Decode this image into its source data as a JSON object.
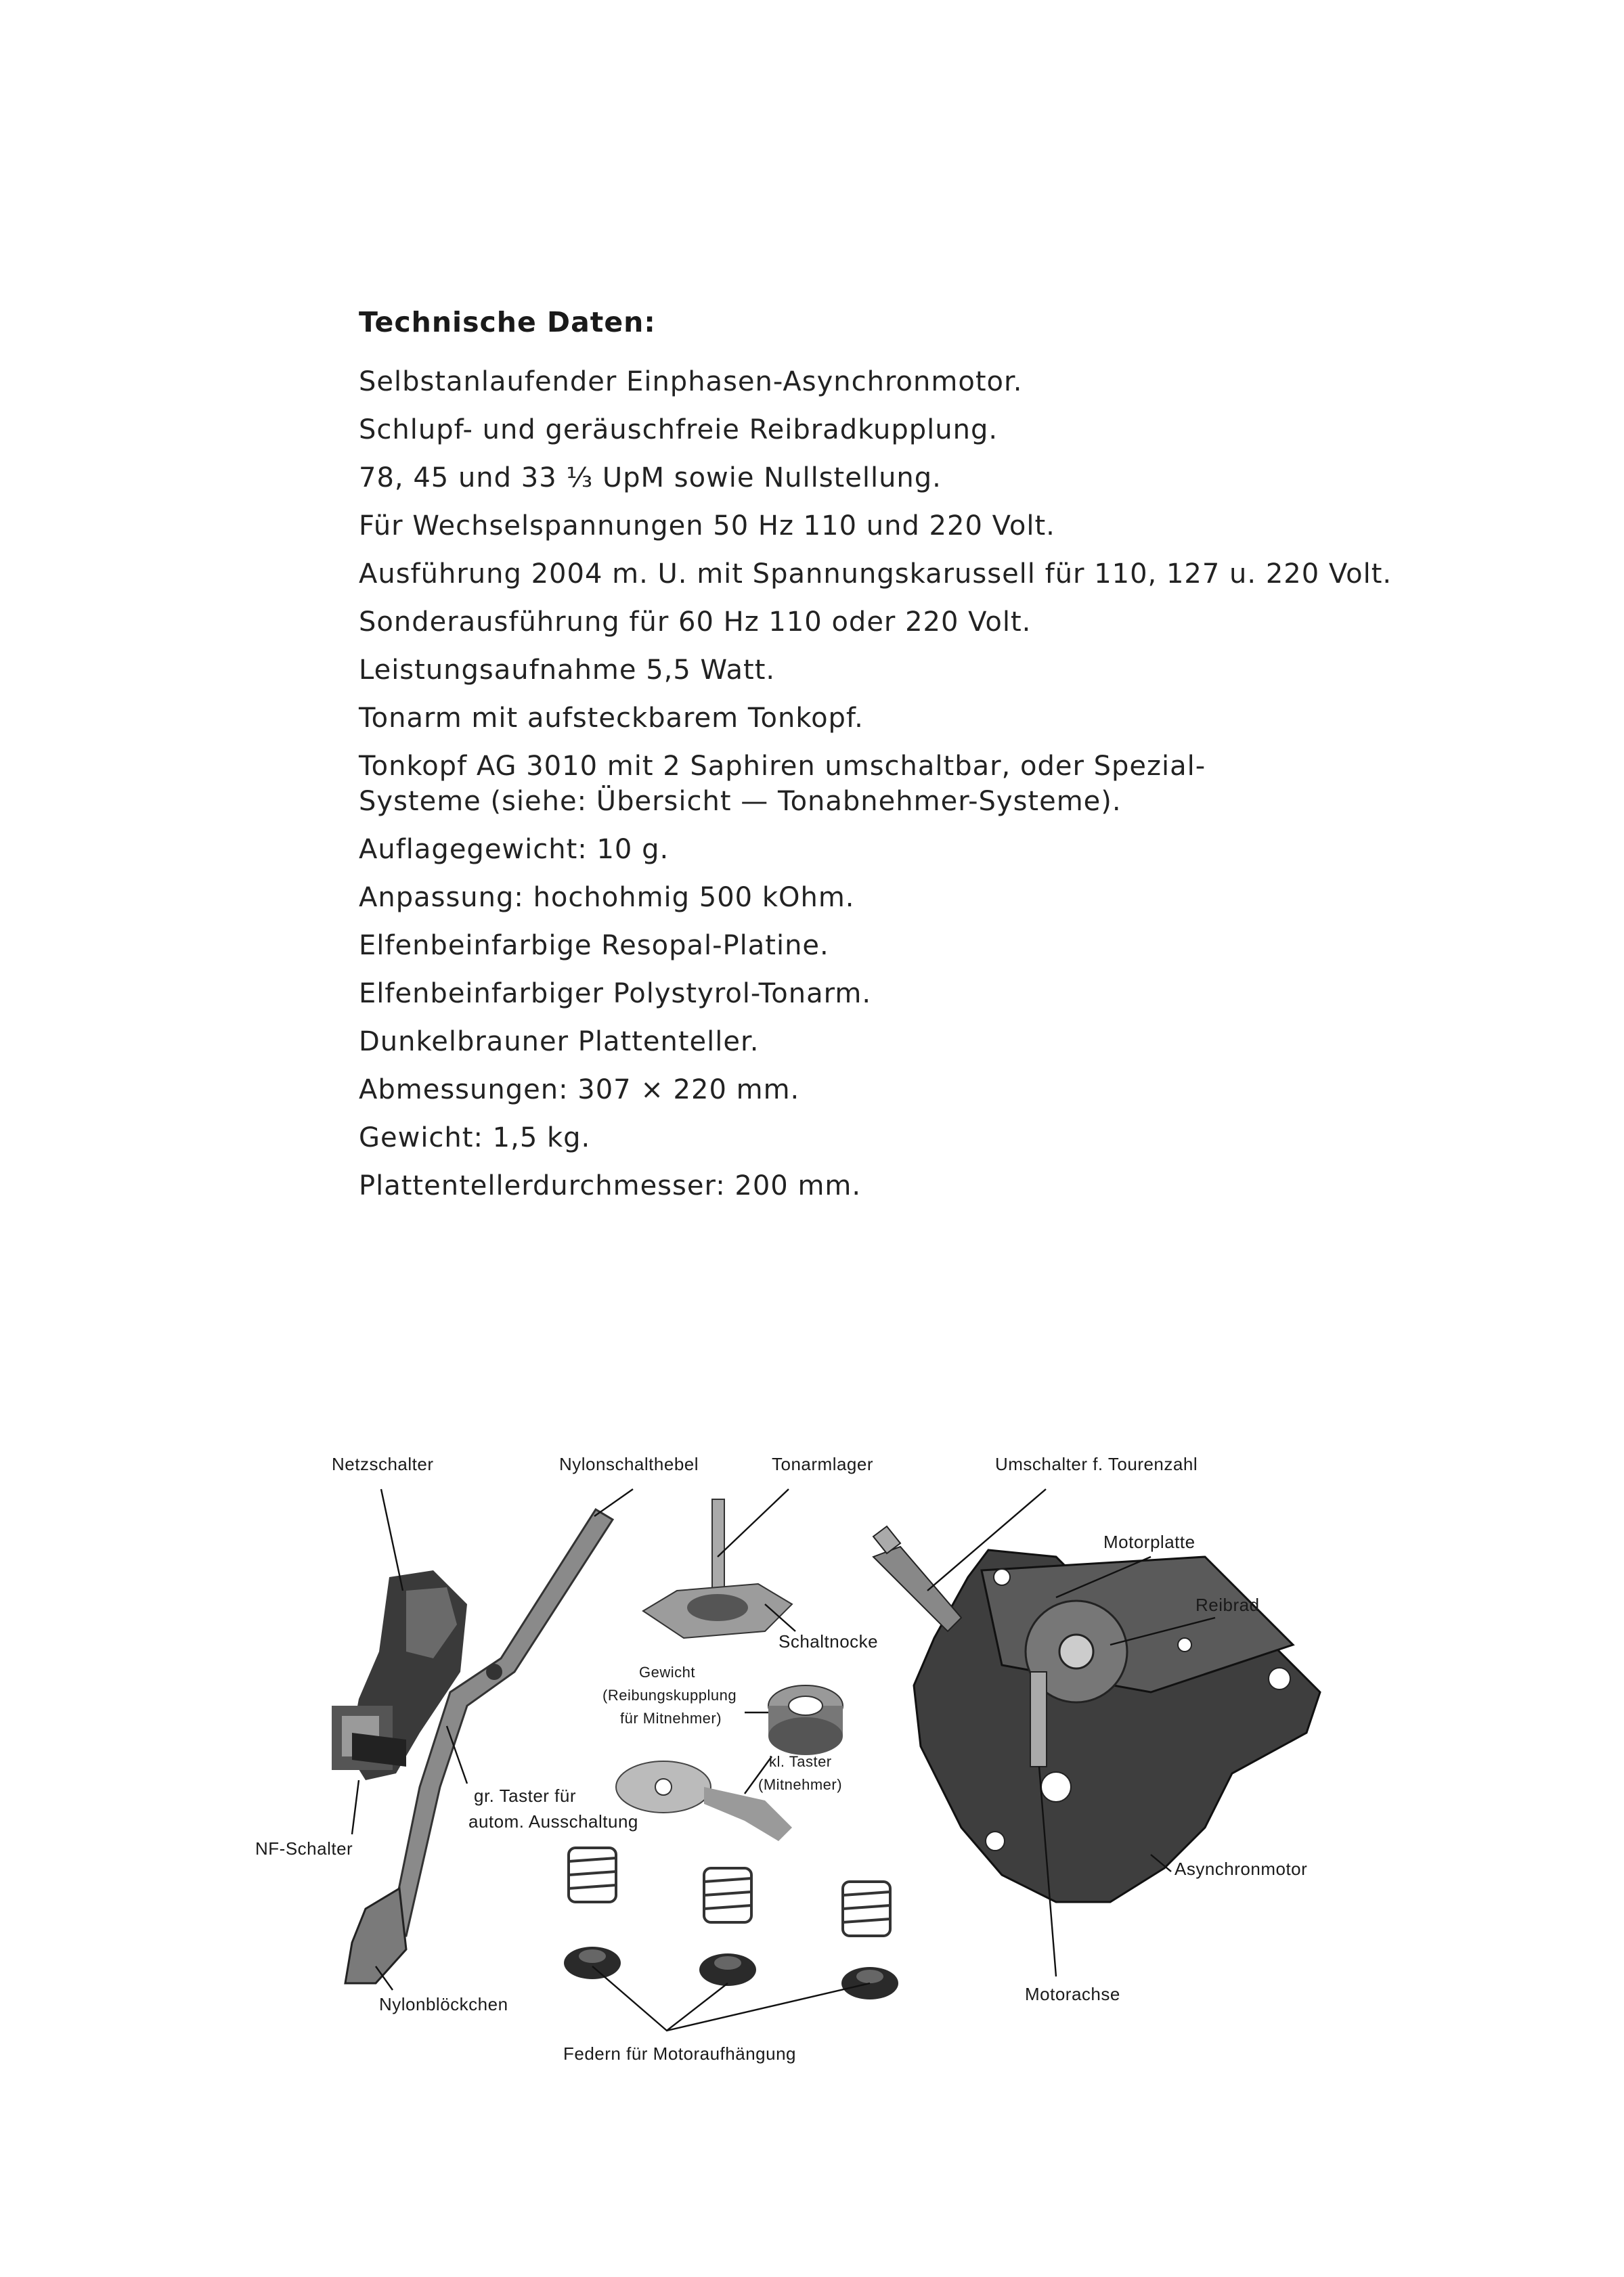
{
  "specs": {
    "heading": "Technische Daten:",
    "lines": [
      [
        "Selbstanlaufender Einphasen-Asynchronmotor."
      ],
      [
        "Schlupf- und geräuschfreie Reibradkupplung."
      ],
      [
        "78, 45 und 33 ⅓ UpM sowie Nullstellung."
      ],
      [
        "Für Wechselspannungen 50 Hz  110 und 220 Volt."
      ],
      [
        "Ausführung 2004 m. U. mit Spannungskarussell für 110, 127 u. 220 Volt."
      ],
      [
        "Sonderausführung für 60 Hz  110 oder 220 Volt."
      ],
      [
        "Leistungsaufnahme 5,5 Watt."
      ],
      [
        "Tonarm mit aufsteckbarem Tonkopf."
      ],
      [
        "Tonkopf AG 3010 mit 2 Saphiren umschaltbar, oder Spezial-",
        "Systeme (siehe: Übersicht — Tonabnehmer-Systeme)."
      ],
      [
        "Auflagegewicht: 10 g."
      ],
      [
        "Anpassung: hochohmig 500 kOhm."
      ],
      [
        "Elfenbeinfarbige Resopal-Platine."
      ],
      [
        "Elfenbeinfarbiger Polystyrol-Tonarm."
      ],
      [
        "Dunkelbrauner Plattenteller."
      ],
      [
        "Abmessungen: 307 × 220 mm."
      ],
      [
        "Gewicht: 1,5 kg."
      ],
      [
        "Plattentellerdurchmesser: 200 mm."
      ]
    ]
  },
  "diagram": {
    "labels": {
      "netzschalter": "Netzschalter",
      "nylonschalthebel": "Nylonschalthebel",
      "tonarmlager": "Tonarmlager",
      "umschalter": "Umschalter f. Tourenzahl",
      "motorplatte": "Motorplatte",
      "reibrad": "Reibrad",
      "schaltnocke": "Schaltnocke",
      "gewicht_1": "Gewicht",
      "gewicht_2": "(Reibungskupplung",
      "gewicht_3": "für Mitnehmer)",
      "kltaster_1": "kl. Taster",
      "kltaster_2": "(Mitnehmer)",
      "grtaster_1": "gr. Taster für",
      "grtaster_2": "autom. Ausschaltung",
      "nfschalter": "NF-Schalter",
      "asynchronmotor": "Asynchronmotor",
      "nylonbloeckchen": "Nylonblöckchen",
      "motorachse": "Motorachse",
      "federn": "Federn für Motoraufhängung"
    }
  }
}
